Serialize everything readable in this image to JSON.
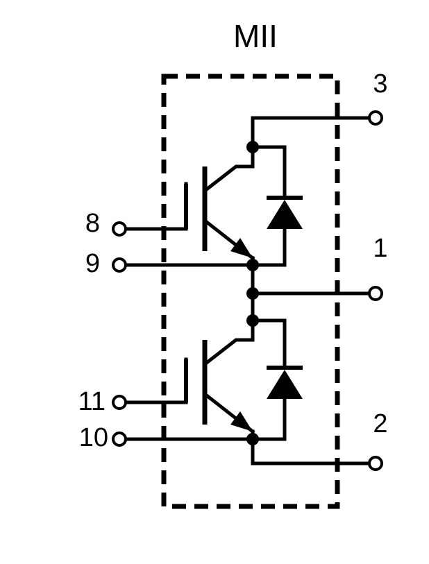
{
  "diagram": {
    "title": "MII",
    "pins": {
      "collector_top": "3",
      "midpoint": "1",
      "emitter_bottom": "2",
      "gate_upper": "8",
      "aux_emitter_upper": "9",
      "gate_lower": "11",
      "aux_emitter_lower": "10"
    }
  }
}
